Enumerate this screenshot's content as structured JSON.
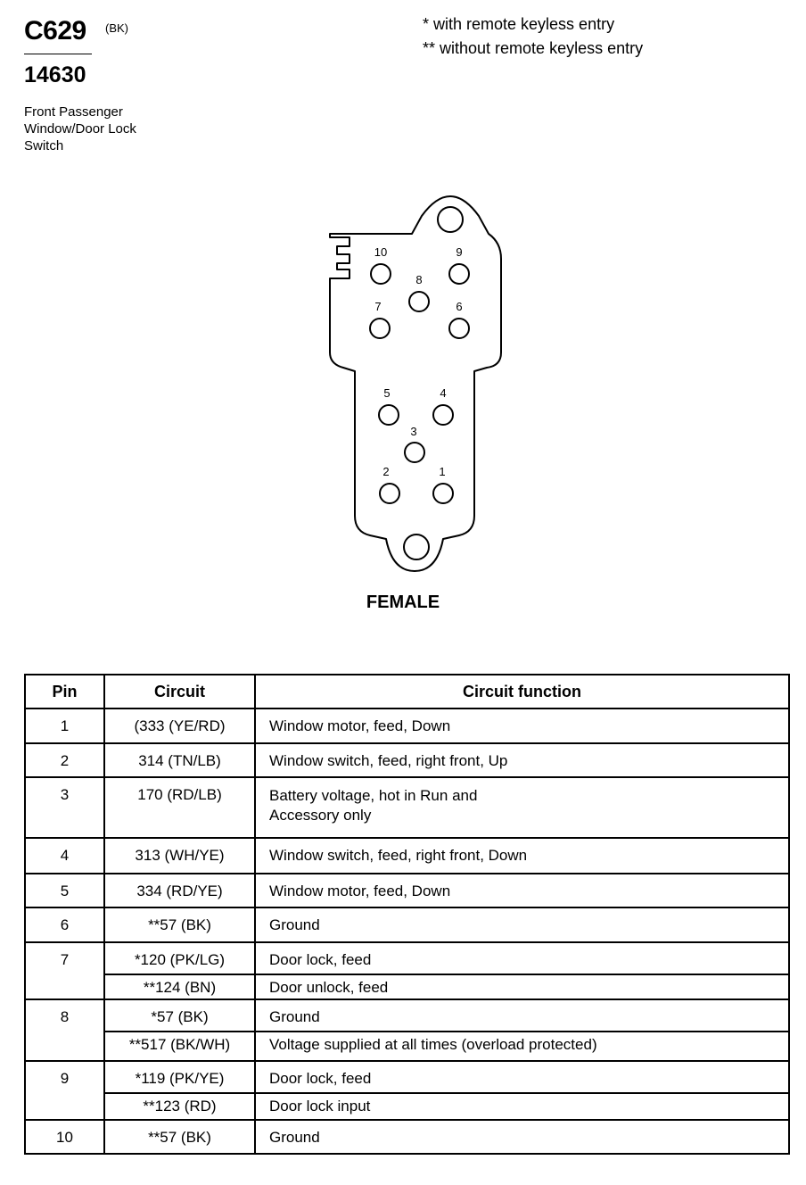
{
  "header": {
    "code": "C629",
    "color_tag": "(BK)",
    "part_number": "14630",
    "description": [
      "Front Passenger",
      "Window/Door Lock",
      "Switch"
    ]
  },
  "notes": [
    "* with remote keyless entry",
    "** without remote keyless entry"
  ],
  "connector": {
    "pins": [
      "1",
      "2",
      "3",
      "4",
      "5",
      "6",
      "7",
      "8",
      "9",
      "10"
    ],
    "gender": "FEMALE"
  },
  "table": {
    "headers": [
      "Pin",
      "Circuit",
      "Circuit function"
    ],
    "rows": [
      {
        "pin": "1",
        "circuit": "(333 (YE/RD)",
        "function": "Window motor, feed, Down"
      },
      {
        "pin": "2",
        "circuit": "314 (TN/LB)",
        "function": "Window switch, feed, right front, Up"
      },
      {
        "pin": "3",
        "circuit": "170 (RD/LB)",
        "function": "Battery voltage, hot in Run and",
        "function_2": "Accessory only"
      },
      {
        "pin": "4",
        "circuit": "313 (WH/YE)",
        "function": "Window switch, feed, right front, Down"
      },
      {
        "pin": "5",
        "circuit": "334 (RD/YE)",
        "function": "Window motor, feed, Down"
      },
      {
        "pin": "6",
        "circuit": "**57 (BK)",
        "function": "Ground"
      },
      {
        "pin": "7",
        "circuit": "*120 (PK/LG)",
        "function": "Door lock, feed"
      },
      {
        "circuit": "**124 (BN)",
        "function": "Door unlock, feed"
      },
      {
        "pin": "8",
        "circuit": "*57 (BK)",
        "function": "Ground"
      },
      {
        "circuit": "**517 (BK/WH)",
        "function": "Voltage supplied at all times (overload protected)"
      },
      {
        "pin": "9",
        "circuit": "*119 (PK/YE)",
        "function": "Door lock, feed"
      },
      {
        "circuit": "**123 (RD)",
        "function": "Door lock input"
      },
      {
        "pin": "10",
        "circuit": "**57 (BK)",
        "function": "Ground"
      }
    ]
  }
}
